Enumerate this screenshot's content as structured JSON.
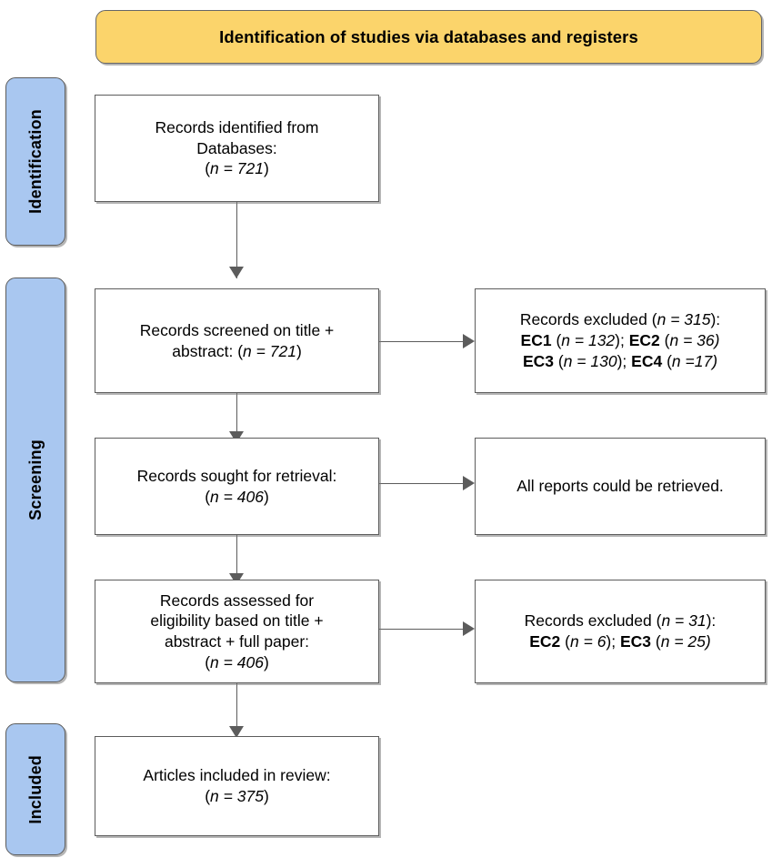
{
  "diagram": {
    "title": "Identification of studies via databases and registers",
    "colors": {
      "banner_fill": "#FBD46B",
      "stage_fill": "#A9C7F0",
      "box_fill": "#FFFFFF",
      "stroke": "#5C5C5C",
      "text": "#000000"
    }
  },
  "stages": [
    {
      "id": "identification",
      "label": "Identification"
    },
    {
      "id": "screening",
      "label": "Screening"
    },
    {
      "id": "included",
      "label": "Included"
    }
  ],
  "boxes": {
    "identified": {
      "line1": "Records identified from",
      "line2": "Databases:",
      "n_open": "(",
      "n_var": "n",
      "n_eq": " = ",
      "n_value": "721",
      "n_close": ")"
    },
    "screened": {
      "line1": "Records screened on title +",
      "line2_prefix": "abstract: (",
      "n_var": "n",
      "n_eq": " = ",
      "n_value": "721",
      "n_close": ")"
    },
    "excluded_screening": {
      "line1_prefix": "Records excluded (",
      "line1_var": "n",
      "line1_eq": " = ",
      "line1_value": "315",
      "line1_suffix": "):",
      "items_line2": [
        {
          "code": "EC1",
          "var": "n",
          "eq": " = ",
          "value": "132",
          "sep": "; "
        },
        {
          "code": "EC2",
          "var": "n",
          "eq": " = ",
          "value": "36",
          "sep": ""
        }
      ],
      "items_line3": [
        {
          "code": "EC3",
          "var": "n",
          "eq": " = ",
          "value": "130",
          "sep": "; "
        },
        {
          "code": "EC4",
          "var": "n",
          "eq": " =",
          "value": "17",
          "sep": ""
        }
      ]
    },
    "sought": {
      "line1": "Records sought for retrieval:",
      "n_open": "(",
      "n_var": "n",
      "n_eq": " = ",
      "n_value": "406",
      "n_close": ")"
    },
    "retrieved": {
      "text": "All reports could be retrieved."
    },
    "assessed": {
      "line1": "Records assessed for",
      "line2": "eligibility based on title +",
      "line3": "abstract + full paper:",
      "n_open": "(",
      "n_var": "n",
      "n_eq": " = ",
      "n_value": "406",
      "n_close": ")"
    },
    "excluded_eligibility": {
      "line1_prefix": "Records excluded (",
      "line1_var": "n",
      "line1_eq": " = ",
      "line1_value": "31",
      "line1_suffix": "):",
      "items_line2": [
        {
          "code": "EC2",
          "var": "n",
          "eq": " = ",
          "value": "6",
          "sep": "; "
        },
        {
          "code": "EC3",
          "var": "n",
          "eq": " = ",
          "value": "25",
          "sep": ""
        }
      ]
    },
    "included": {
      "line1": "Articles included in review:",
      "n_open": "(",
      "n_var": "n",
      "n_eq": " = ",
      "n_value": "375",
      "n_close": ")"
    }
  }
}
